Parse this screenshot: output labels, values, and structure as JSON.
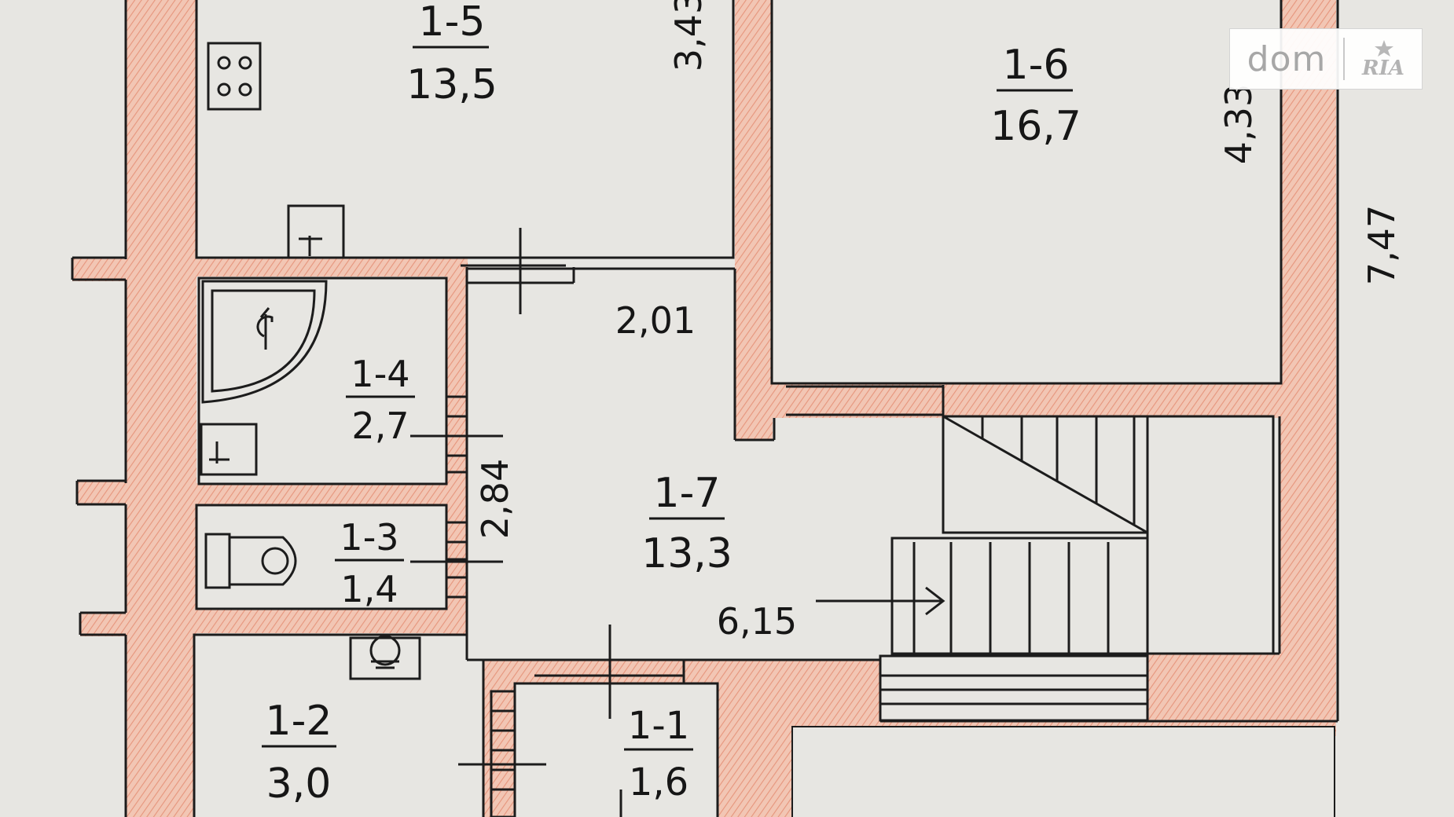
{
  "rooms": [
    {
      "id": "1-5",
      "area": "13,5"
    },
    {
      "id": "1-6",
      "area": "16,7"
    },
    {
      "id": "1-4",
      "area": "2,7"
    },
    {
      "id": "1-3",
      "area": "1,4"
    },
    {
      "id": "1-7",
      "area": "13,3"
    },
    {
      "id": "1-2",
      "area": "3,0"
    },
    {
      "id": "1-1",
      "area": "1,6"
    }
  ],
  "dimensions": {
    "d_343": "3,43",
    "d_433": "4,33",
    "d_747": "7,47",
    "d_201": "2,01",
    "d_284": "2,84",
    "d_615": "6,15"
  },
  "watermark": {
    "text": "dom",
    "logo_text": "RIA"
  },
  "colors": {
    "background": "#e7e6e2",
    "wall_fill": "#f0c0ad",
    "line": "#1c1c1c"
  }
}
